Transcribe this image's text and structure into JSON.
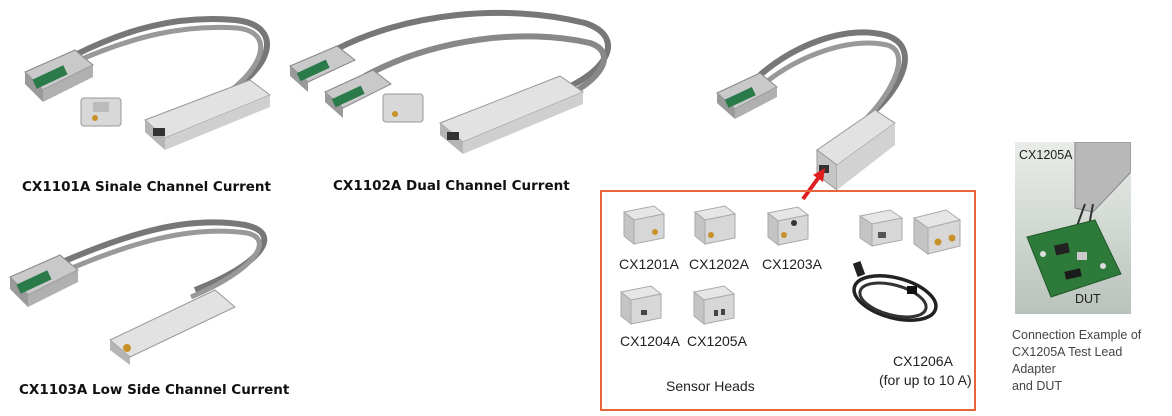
{
  "products": {
    "cx1101a": "CX1101A  Sinale Channel Current",
    "cx1102a": "CX1102A  Dual Channel Current",
    "cx1103a": "CX1103A  Low Side Channel Current"
  },
  "sensor_heads": {
    "cx1201a": "CX1201A",
    "cx1202a": "CX1202A",
    "cx1203a": "CX1203A",
    "cx1204a": "CX1204A",
    "cx1205a": "CX1205A",
    "cx1206a_line1": "CX1206A",
    "cx1206a_line2": "(for up to 10 A)",
    "title": "Sensor Heads"
  },
  "photo": {
    "top_label": "CX1205A",
    "bottom_label": "DUT"
  },
  "connection_caption": {
    "line1": "Connection Example of",
    "line2": "CX1205A Test Lead Adapter",
    "line3": "and DUT"
  },
  "colors": {
    "accent_border": "#e8643a",
    "arrow": "#e02020",
    "pcb": "#2e7a3a"
  }
}
